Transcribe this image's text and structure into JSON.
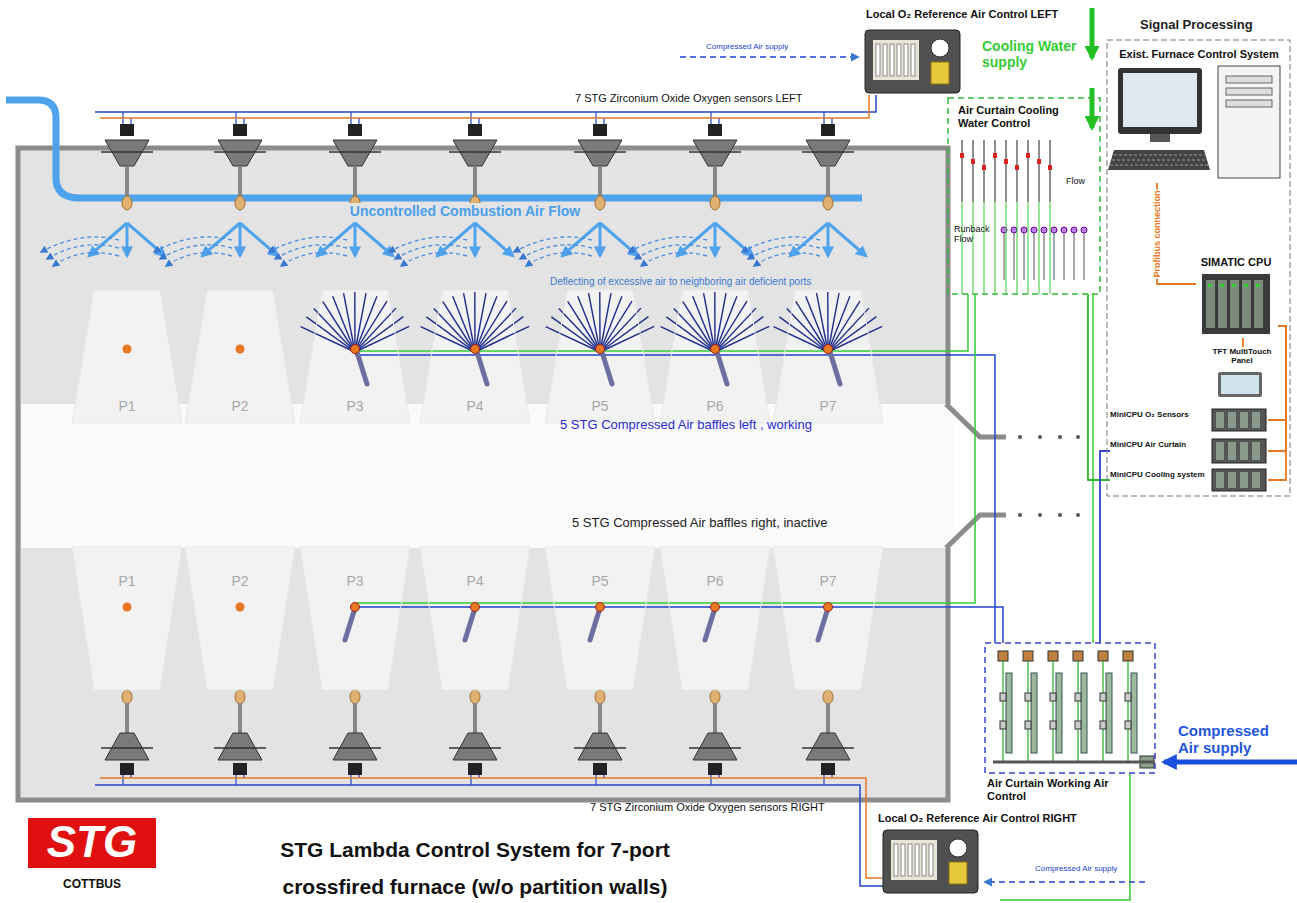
{
  "diagram": {
    "title": "STG Lambda Control System for 7-port crossfired furnace (w/o partition walls)",
    "nodes": [
      {
        "text": [
          "Local O₂ Reference Air Control LEFT"
        ]
      },
      {
        "text": [
          "Air Curtain Cooling Water Control",
          "Flow",
          "Runback Flow"
        ]
      },
      {
        "text": [
          "Signal Processing"
        ]
      },
      {
        "text": [
          "Exist. Furnace Control System"
        ],
        "in": 2
      },
      {
        "text": [
          "SIMATIC CPU"
        ],
        "in": 2
      },
      {
        "text": [
          "TFT MultiTouch Panel"
        ],
        "in": 2
      },
      {
        "text": [
          "MiniCPU O₂ Sensors"
        ],
        "in": 2
      },
      {
        "text": [
          "MiniCPU Air Curtain"
        ],
        "in": 2
      },
      {
        "text": [
          "MiniCPU Cooling system"
        ],
        "in": 2
      },
      {
        "text": [
          "P1"
        ]
      },
      {
        "text": [
          "P2"
        ]
      },
      {
        "text": [
          "P3"
        ]
      },
      {
        "text": [
          "P4"
        ]
      },
      {
        "text": [
          "P5"
        ]
      },
      {
        "text": [
          "P6"
        ]
      },
      {
        "text": [
          "P7"
        ]
      },
      {
        "text": [
          "P1"
        ]
      },
      {
        "text": [
          "P2"
        ]
      },
      {
        "text": [
          "P3"
        ]
      },
      {
        "text": [
          "P4"
        ]
      },
      {
        "text": [
          "P5"
        ]
      },
      {
        "text": [
          "P6"
        ]
      },
      {
        "text": [
          "P7"
        ]
      },
      {
        "text": [
          "Air Curtain Working Air Control"
        ]
      },
      {
        "text": [
          "Local O₂ Reference Air Control RIGHT"
        ]
      },
      {
        "text": [
          "STG",
          "COTTBUS"
        ]
      }
    ],
    "edges": [
      {
        "from": 4,
        "to": 3,
        "arrow": "none",
        "label": "Profibus connection"
      },
      {
        "from": 4,
        "to": 5,
        "arrow": "none"
      },
      {
        "from": 4,
        "to": 6,
        "arrow": "none"
      },
      {
        "from": 4,
        "to": 7,
        "arrow": "none"
      },
      {
        "from": 4,
        "to": 8,
        "arrow": "none"
      },
      {
        "from": 1,
        "to": 8,
        "arrow": "none"
      },
      {
        "from": 23,
        "to": 7,
        "arrow": "none"
      }
    ],
    "labels": [
      "Compressed Air supply",
      "Cooling Water supply",
      "7 STG Zirconium Oxide Oxygen sensors LEFT",
      "Uncontrolled Combustion Air Flow",
      "Deflecting of excessive air to neighboring air deficient ports",
      "5 STG Compressed Air baffles left , working",
      "5 STG Compressed Air baffles right, inactive",
      "Compressed Air supply",
      "7 STG Zirconium Oxide Oxygen sensors RIGHT",
      "Compressed Air supply"
    ]
  }
}
